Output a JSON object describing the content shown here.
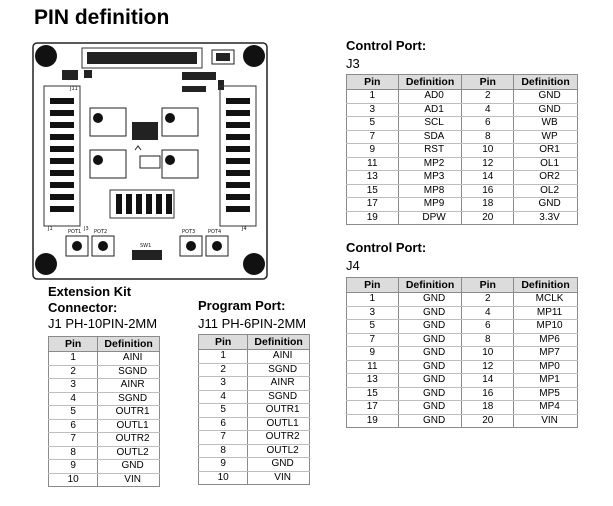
{
  "title": "PIN definition",
  "board": {
    "silkscreen": [
      "J11",
      "J1",
      "J3",
      "J4",
      "POT1",
      "POT2",
      "POT3",
      "POT4",
      "SW1"
    ]
  },
  "j3": {
    "heading": "Control Port:",
    "sub": "J3",
    "headers": [
      "Pin",
      "Definition",
      "Pin",
      "Definition"
    ],
    "rows": [
      [
        "1",
        "AD0",
        "2",
        "GND"
      ],
      [
        "3",
        "AD1",
        "4",
        "GND"
      ],
      [
        "5",
        "SCL",
        "6",
        "WB"
      ],
      [
        "7",
        "SDA",
        "8",
        "WP"
      ],
      [
        "9",
        "RST",
        "10",
        "OR1"
      ],
      [
        "11",
        "MP2",
        "12",
        "OL1"
      ],
      [
        "13",
        "MP3",
        "14",
        "OR2"
      ],
      [
        "15",
        "MP8",
        "16",
        "OL2"
      ],
      [
        "17",
        "MP9",
        "18",
        "GND"
      ],
      [
        "19",
        "DPW",
        "20",
        "3.3V"
      ]
    ]
  },
  "j4": {
    "heading": "Control Port:",
    "sub": "J4",
    "headers": [
      "Pin",
      "Definition",
      "Pin",
      "Definition"
    ],
    "rows": [
      [
        "1",
        "GND",
        "2",
        "MCLK"
      ],
      [
        "3",
        "GND",
        "4",
        "MP11"
      ],
      [
        "5",
        "GND",
        "6",
        "MP10"
      ],
      [
        "7",
        "GND",
        "8",
        "MP6"
      ],
      [
        "9",
        "GND",
        "10",
        "MP7"
      ],
      [
        "11",
        "GND",
        "12",
        "MP0"
      ],
      [
        "13",
        "GND",
        "14",
        "MP1"
      ],
      [
        "15",
        "GND",
        "16",
        "MP5"
      ],
      [
        "17",
        "GND",
        "18",
        "MP4"
      ],
      [
        "19",
        "GND",
        "20",
        "VIN"
      ]
    ]
  },
  "j1": {
    "heading": [
      "Extension Kit",
      "Connector:"
    ],
    "sub": "J1 PH-10PIN-2MM",
    "headers": [
      "Pin",
      "Definition"
    ],
    "rows": [
      [
        "1",
        "AINI"
      ],
      [
        "2",
        "SGND"
      ],
      [
        "3",
        "AINR"
      ],
      [
        "4",
        "SGND"
      ],
      [
        "5",
        "OUTR1"
      ],
      [
        "6",
        "OUTL1"
      ],
      [
        "7",
        "OUTR2"
      ],
      [
        "8",
        "OUTL2"
      ],
      [
        "9",
        "GND"
      ],
      [
        "10",
        "VIN"
      ]
    ]
  },
  "j11": {
    "heading": "Program Port:",
    "sub": "J11 PH-6PIN-2MM",
    "headers": [
      "Pin",
      "Definition"
    ],
    "rows": [
      [
        "1",
        "AINI"
      ],
      [
        "2",
        "SGND"
      ],
      [
        "3",
        "AINR"
      ],
      [
        "4",
        "SGND"
      ],
      [
        "5",
        "OUTR1"
      ],
      [
        "6",
        "OUTL1"
      ],
      [
        "7",
        "OUTR2"
      ],
      [
        "8",
        "OUTL2"
      ],
      [
        "9",
        "GND"
      ],
      [
        "10",
        "VIN"
      ]
    ]
  }
}
